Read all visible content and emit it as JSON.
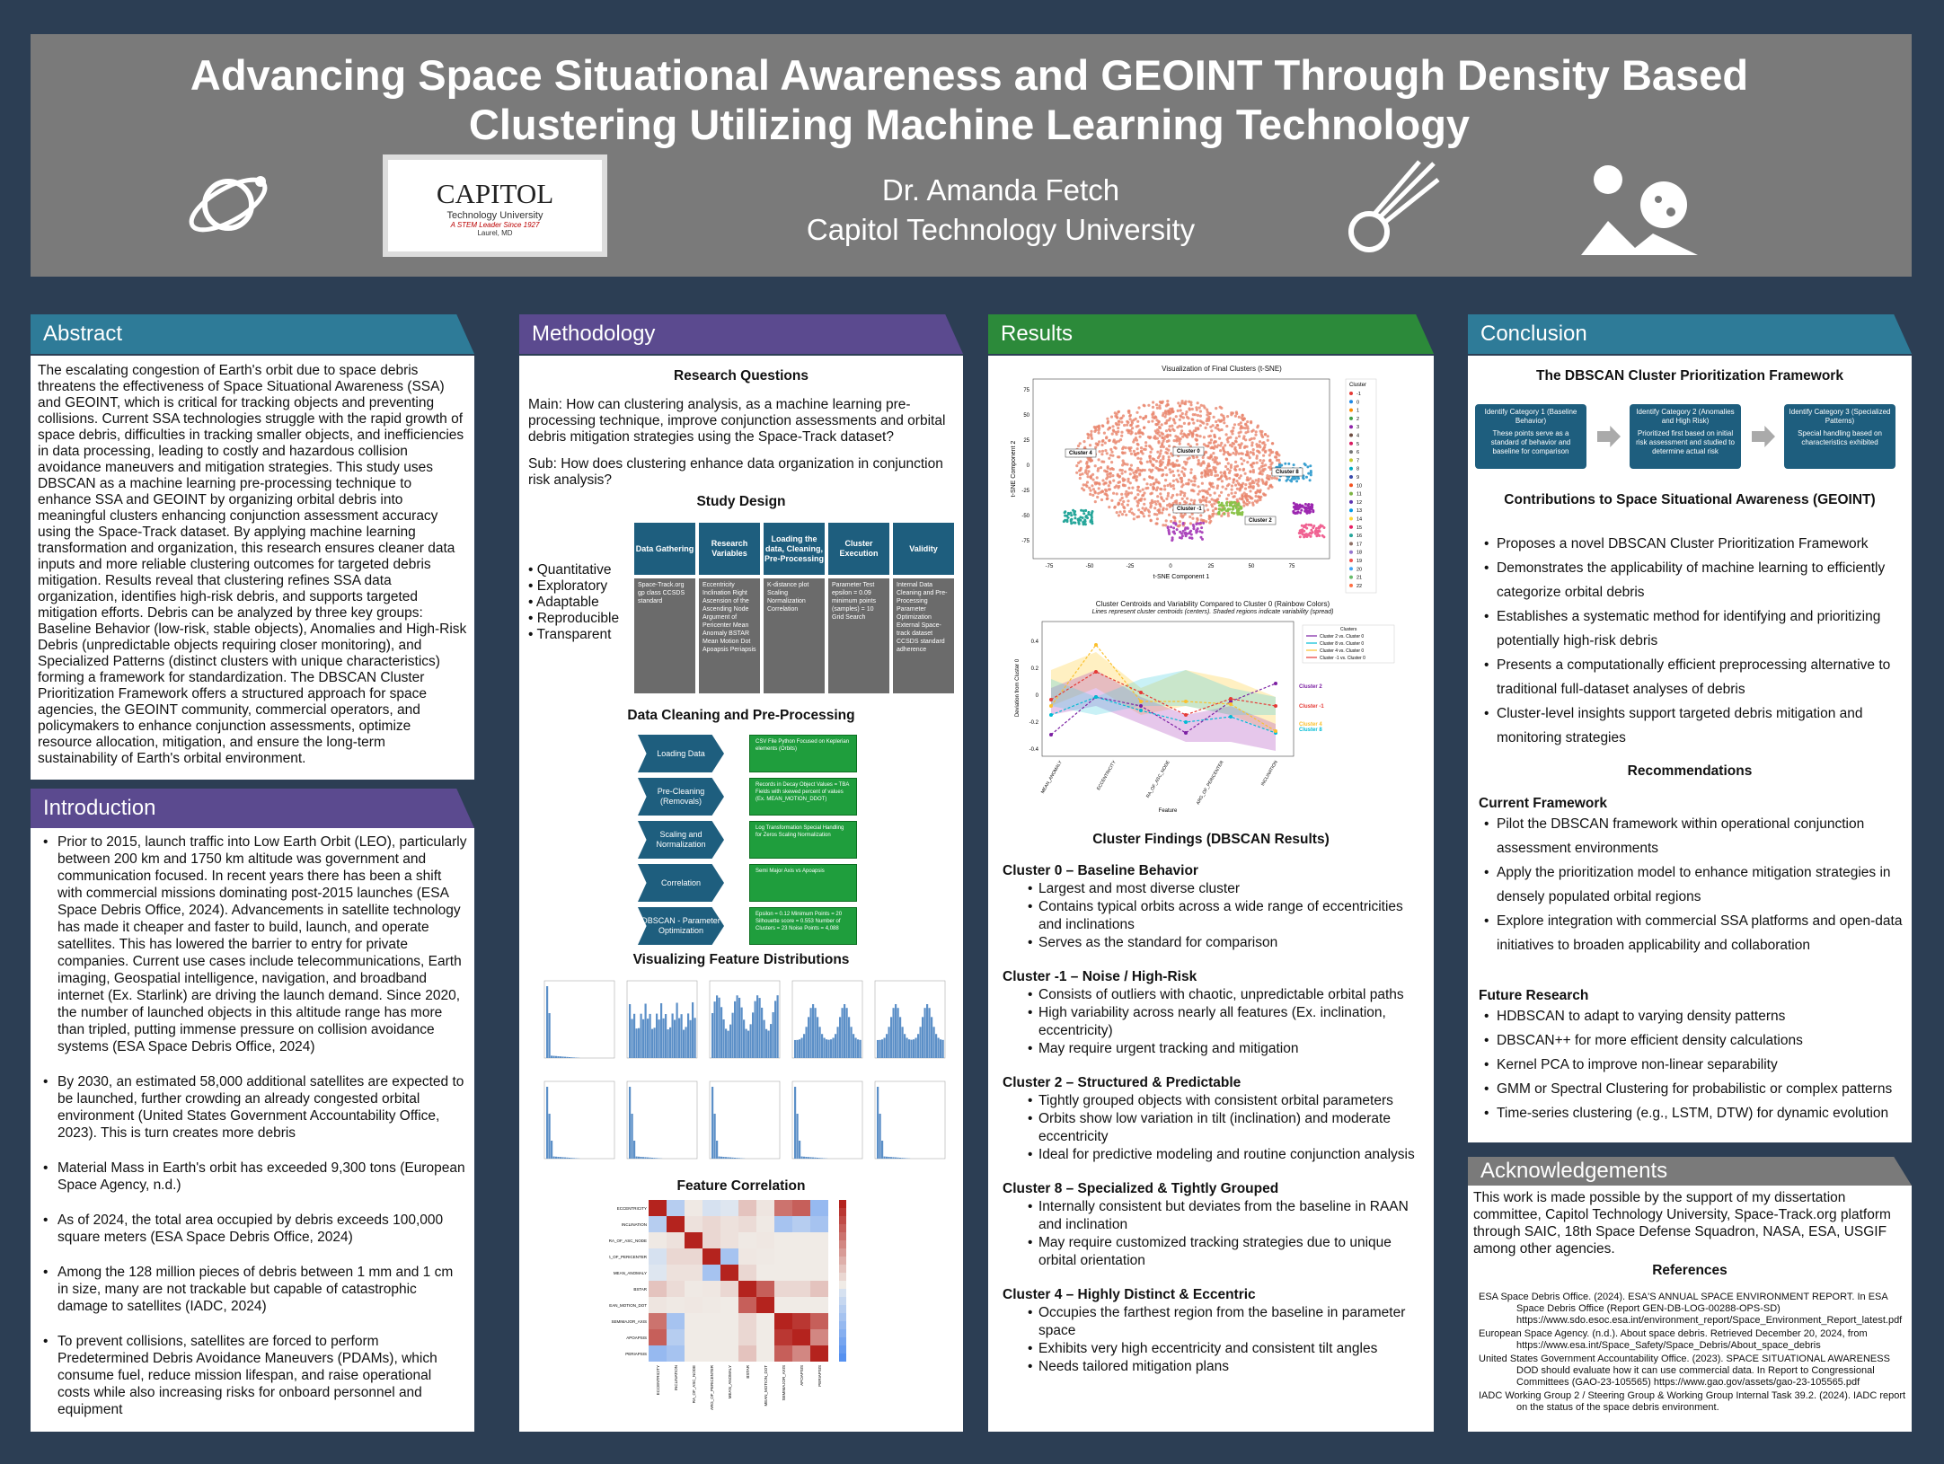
{
  "header": {
    "title": "Advancing Space Situational Awareness and GEOINT Through Density Based Clustering Utilizing Machine Learning Technology",
    "author": "Dr. Amanda Fetch",
    "affiliation": "Capitol Technology University",
    "logo_name": "CAPITOL",
    "logo_sub": "Technology University",
    "logo_tag": "A STEM Leader Since 1927",
    "logo_loc": "Laurel, MD"
  },
  "colors": {
    "blue": "#2e7b98",
    "purple": "#5b4a8f",
    "green": "#2c8a3a",
    "grey": "#7a7a7a",
    "navy": "#2c3e54",
    "box_blue": "#1e5e7e"
  },
  "abstract": {
    "heading": "Abstract",
    "text": "The escalating congestion of Earth's orbit due to space debris threatens the effectiveness of Space Situational Awareness (SSA) and GEOINT, which is critical for tracking objects and preventing collisions. Current SSA technologies struggle with the rapid growth of space debris, difficulties in tracking smaller objects, and inefficiencies in data processing, leading to costly and hazardous collision avoidance maneuvers and mitigation strategies. This study uses DBSCAN as a machine learning pre-processing technique to enhance SSA and GEOINT by organizing orbital debris into meaningful clusters enhancing conjunction assessment accuracy using the Space-Track dataset. By applying machine learning transformation and organization, this research ensures cleaner data inputs and more reliable clustering outcomes for targeted debris mitigation. Results reveal that clustering refines SSA data organization, identifies high-risk debris, and supports targeted mitigation efforts. Debris can be analyzed by three key groups: Baseline Behavior (low-risk, stable objects), Anomalies and High-Risk Debris (unpredictable objects requiring closer monitoring), and Specialized Patterns (distinct clusters with unique characteristics) forming a framework for standardization. The DBSCAN Cluster Prioritization Framework offers a structured approach for space agencies, the GEOINT community, commercial operators, and policymakers to enhance conjunction assessments, optimize resource allocation, mitigation, and ensure the long-term sustainability of Earth's orbital environment."
  },
  "introduction": {
    "heading": "Introduction",
    "items": [
      "Prior to 2015, launch traffic into Low Earth Orbit (LEO), particularly between 200 km and 1750 km altitude was government and communication focused. In recent years there has been a shift with commercial missions dominating post-2015 launches (ESA Space Debris Office, 2024). Advancements in satellite technology has made it cheaper and faster to build, launch, and operate satellites. This has lowered the barrier to entry for private companies. Current use cases include telecommunications, Earth imaging, Geospatial intelligence, navigation, and broadband internet (Ex. Starlink) are driving the launch demand. Since 2020, the number of launched objects in this altitude range has more than tripled, putting immense pressure on collision avoidance systems (ESA Space Debris Office, 2024)",
      "By 2030, an estimated 58,000 additional satellites are expected to be launched, further crowding an already congested orbital environment (United States Government Accountability Office, 2023). This is turn creates more debris",
      "Material Mass in Earth's orbit has exceeded 9,300 tons (European Space Agency, n.d.)",
      "As of 2024, the total area occupied by debris exceeds 100,000 square meters (ESA Space Debris Office, 2024)",
      "Among the 128 million pieces of debris between 1 mm and 1 cm in size, many are not trackable but capable of catastrophic damage to satellites (IADC, 2024)",
      "To prevent collisions, satellites are forced to perform Predetermined Debris Avoidance Maneuvers (PDAMs), which consume fuel, reduce mission lifespan, and raise operational costs while also increasing risks for onboard personnel and equipment"
    ]
  },
  "methodology": {
    "heading": "Methodology",
    "rq_title": "Research Questions",
    "rq_main": "Main: How can clustering analysis, as a machine learning pre-processing technique, improve conjunction assessments and orbital debris mitigation strategies using the Space-Track dataset?",
    "rq_sub": "Sub: How does clustering enhance data organization in conjunction risk analysis?",
    "design_title": "Study Design",
    "design_bullets": [
      "Quantitative",
      "Exploratory",
      "Adaptable",
      "Reproducible",
      "Transparent"
    ],
    "design_cols": [
      {
        "h": "Data Gathering",
        "b": "Space-Track.org gp class CCSDS standard"
      },
      {
        "h": "Research Variables",
        "b": "Eccentricity Inclination Right Ascension of the Ascending Node Argument of Pericenter Mean Anomaly BSTAR Mean Motion Dot Apoapsis Periapsis"
      },
      {
        "h": "Loading the data, Cleaning, Pre-Processing",
        "b": "K-distance plot Scaling Normalization Correlation"
      },
      {
        "h": "Cluster Execution",
        "b": "Parameter Test epsilon = 0.09 minimum points (samples) = 10 Grid Search"
      },
      {
        "h": "Validity",
        "b": "Internal Data Cleaning and Pre-Processing Parameter Optimization External Space-track dataset CCSDS standard adherence"
      }
    ],
    "clean_title": "Data Cleaning and Pre-Processing",
    "clean_steps": [
      {
        "s": "Loading Data",
        "d": "CSV File Python Focused on Keplerian elements (Orbits)"
      },
      {
        "s": "Pre-Cleaning (Removals)",
        "d": "Records in Decay Object Values = TBA Fields with skewed percent of values (Ex. MEAN_MOTION_DDOT)"
      },
      {
        "s": "Scaling and Normalization",
        "d": "Log Transformation Special Handling for Zeros Scaling Normalization"
      },
      {
        "s": "Correlation",
        "d": "Semi Major Axis vs Apoapsis"
      },
      {
        "s": "DBSCAN - Parameter Optimization",
        "d": "Epsilon = 0.12 Minimum Points = 20 Silhouette score = 0.553 Number of Clusters = 23 Noise Points = 4,088"
      }
    ],
    "vis_title": "Visualizing Feature Distributions",
    "corr_title": "Feature Correlation",
    "corr_labels": [
      "ECCENTRICITY",
      "INCLINATION",
      "RA_OF_ASC_NODE",
      "ARG_OF_PERICENTER",
      "MEAN_ANOMALY",
      "BSTAR",
      "MEAN_MOTION_DOT",
      "SEMIMAJOR_AXIS",
      "APOAPSIS",
      "PERIAPSIS"
    ]
  },
  "results": {
    "heading": "Results",
    "tsne_title": "Visualization of Final Clusters (t-SNE)",
    "tsne_x": "t-SNE Component 1",
    "tsne_y": "t-SNE Component 2",
    "tsne_legend_title": "Cluster",
    "tsne_labels": [
      "Cluster 4",
      "Cluster 0",
      "Cluster 8",
      "Cluster -1",
      "Cluster 2"
    ],
    "cent_title": "Cluster Centroids and Variability Compared to Cluster 0 (Rainbow Colors)",
    "cent_sub": "Lines represent cluster centroids (centers). Shaded regions indicate variability (spread)",
    "cent_y": "Deviation from Cluster 0",
    "cent_x": "Feature",
    "cent_legend": [
      "Cluster 2 vs. Cluster 0",
      "Cluster 8 vs. Cluster 0",
      "Cluster 4 vs. Cluster 0",
      "Cluster -1 vs. Cluster 0"
    ],
    "findings_title": "Cluster Findings (DBSCAN Results)",
    "clusters": [
      {
        "name": "Cluster 0 – Baseline Behavior",
        "items": [
          "Largest and most diverse cluster",
          "Contains typical orbits across a wide range of eccentricities and inclinations",
          "Serves as the standard for comparison"
        ]
      },
      {
        "name": "Cluster -1 – Noise / High-Risk",
        "items": [
          "Consists of outliers with chaotic, unpredictable orbital paths",
          "High variability across nearly all features (Ex. inclination, eccentricity)",
          "May require urgent tracking and mitigation"
        ]
      },
      {
        "name": "Cluster 2 – Structured & Predictable",
        "items": [
          "Tightly grouped objects with consistent orbital parameters",
          "Orbits show low variation in tilt (inclination) and moderate eccentricity",
          "Ideal for predictive modeling and routine conjunction analysis"
        ]
      },
      {
        "name": "Cluster 8 – Specialized & Tightly Grouped",
        "items": [
          "Internally consistent but deviates from the baseline in RAAN and inclination",
          "May require customized tracking strategies due to unique orbital orientation"
        ]
      },
      {
        "name": "Cluster 4 – Highly Distinct & Eccentric",
        "items": [
          "Occupies the farthest region from the baseline in parameter space",
          "Exhibits very high eccentricity and consistent tilt angles",
          "Needs tailored mitigation plans"
        ]
      }
    ]
  },
  "conclusion": {
    "heading": "Conclusion",
    "fw_title": "The DBSCAN Cluster Prioritization Framework",
    "fw_boxes": [
      {
        "t": "Identify Category 1 (Baseline Behavior)",
        "d": "These points serve as a standard of behavior and baseline for comparison"
      },
      {
        "t": "Identify Category 2 (Anomalies and High Risk)",
        "d": "Prioritized first based on initial risk assessment and studied to determine actual risk"
      },
      {
        "t": "Identify Category 3 (Specialized Patterns)",
        "d": "Special handling based on characteristics exhibited"
      }
    ],
    "contrib_title": "Contributions to Space Situational Awareness (GEOINT)",
    "contrib": [
      "Proposes a novel DBSCAN Cluster Prioritization Framework",
      "Demonstrates the applicability of machine learning to efficiently categorize orbital debris",
      "Establishes a systematic method for identifying and prioritizing potentially high-risk debris",
      "Presents a computationally efficient preprocessing alternative to traditional full-dataset analyses of debris",
      "Cluster-level insights support targeted debris mitigation and monitoring strategies"
    ],
    "rec_title": "Recommendations",
    "cur_title": "Current Framework",
    "cur": [
      "Pilot the DBSCAN framework within operational conjunction assessment environments",
      "Apply the prioritization model to enhance mitigation strategies in densely populated orbital regions",
      "Explore integration with commercial SSA platforms and open-data initiatives to broaden applicability and collaboration"
    ],
    "fut_title": "Future Research",
    "fut": [
      "HDBSCAN to adapt to varying density patterns",
      "DBSCAN++ for more efficient density calculations",
      "Kernel PCA to improve non-linear separability",
      "GMM or Spectral Clustering for probabilistic or complex patterns",
      "Time-series clustering (e.g., LSTM, DTW) for dynamic evolution"
    ]
  },
  "ack": {
    "heading": "Acknowledgements",
    "text": "This work is made possible by the support of my dissertation committee, Capitol Technology University, Space-Track.org platform through SAIC, 18th Space Defense Squadron, NASA, ESA, USGIF among other agencies.",
    "ref_title": "References",
    "refs": [
      "ESA Space Debris Office. (2024). ESA'S ANNUAL SPACE ENVIRONMENT REPORT. In ESA Space Debris Office (Report GEN-DB-LOG-00288-OPS-SD) https://www.sdo.esoc.esa.int/environment_report/Space_Environment_Report_latest.pdf",
      "European Space Agency. (n.d.). About space debris. Retrieved December 20, 2024, from https://www.esa.int/Space_Safety/Space_Debris/About_space_debris",
      "United States Government Accountability Office. (2023). SPACE SITUATIONAL AWARENESS DOD should evaluate how it can use commercial data. In Report to Congressional Committees (GAO-23-105565) https://www.gao.gov/assets/gao-23-105565.pdf",
      "IADC Working Group 2 / Steering Group & Working Group Internal Task 39.2. (2024). IADC report on the status of the space debris environment."
    ]
  }
}
